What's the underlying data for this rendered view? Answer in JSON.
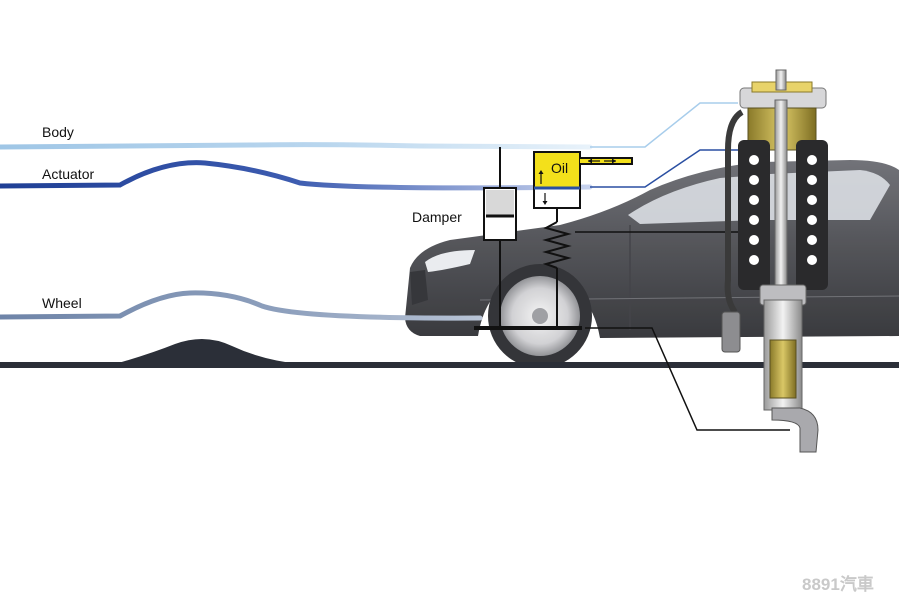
{
  "labels": {
    "body": "Body",
    "actuator": "Actuator",
    "wheel": "Wheel",
    "damper": "Damper",
    "oil": "Oil",
    "watermark": "8891汽車"
  },
  "colors": {
    "body_line": "#a8cdeb",
    "actuator_line": "#2a4fa2",
    "wheel_line": "#6f86a8",
    "road": "#2b2f38",
    "oil_fill": "#f3e01b",
    "car_body": "#4a4b50",
    "car_glass": "#cfd3d8"
  }
}
